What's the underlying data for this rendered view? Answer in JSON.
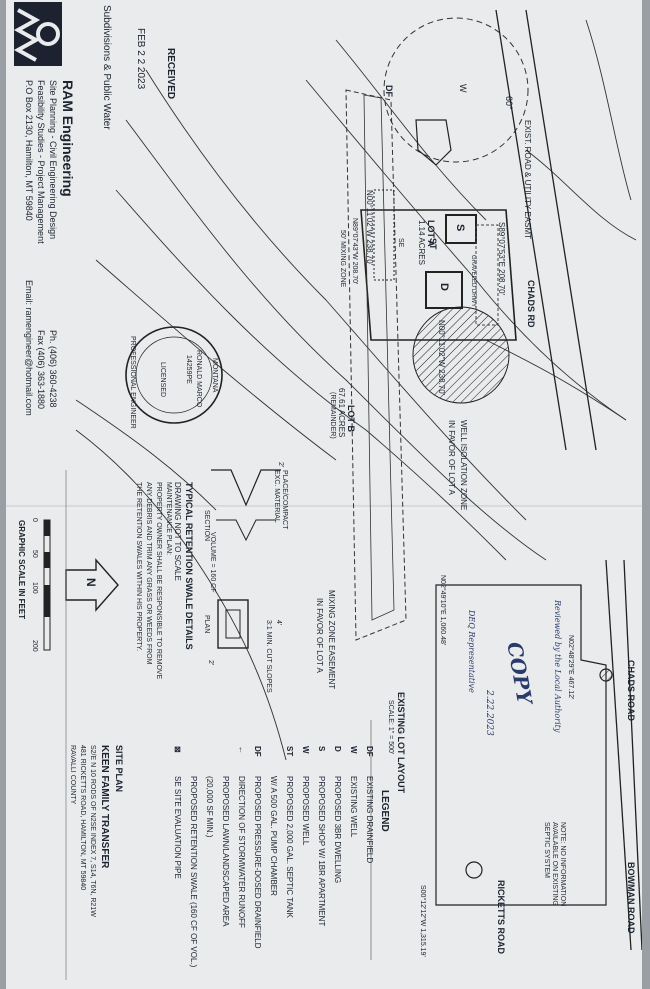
{
  "header": {
    "project_title": "Subdivisions & Public Water",
    "received": "RECEIVED",
    "received_date": "FEB 2 2 2023"
  },
  "firm": {
    "name": "RAM Engineering",
    "line1": "Site Planning - Civil Engineering Design",
    "line2": "Feasibility Studies - Project Management",
    "line3": "P.O Box 2130, Hamilton, MT 59840",
    "phone": "Ph. (406) 360-4238",
    "fax": "Fax (406) 363-1880",
    "email": "Email: ramengineer@hotmail.com"
  },
  "seal": {
    "state": "MONTANA",
    "name": "RONALD MARCO",
    "number": "14259PE",
    "licensed": "LICENSED",
    "title": "PROFESSIONAL ENGINEER"
  },
  "site": {
    "road_top": "EXIST. ROAD & UTILITY EASMT",
    "road_name": "CHADS RD",
    "angle": "60°",
    "lot_a": "LOT A",
    "lot_a_acres": "1.14 ACRES",
    "gravel": "GRAVELED DRWY",
    "lot_b": "LOT B",
    "lot_b_acres": "67.61 ACRES",
    "lot_b_rem": "(REMAINDER)",
    "bearing_1": "N00°11'02\"W  238.70'",
    "bearing_2": "S89°07'53\"E  208.70'",
    "bearing_3": "N00°11'02\"W  238.70'",
    "bearing_4": "N89°07'43\"W  208.70'",
    "well_zone_1": "WELL ISOLATION ZONE",
    "well_zone_2": "IN FAVOR OF LOT A",
    "mixing_zone": "50' MIXING ZONE",
    "mixing_easement_1": "MIXING ZONE EASEMENT",
    "mixing_easement_2": "IN FAVOR OF LOT A",
    "label_s": "S",
    "label_d": "D",
    "label_st": "ST",
    "label_df": "DF",
    "label_w": "W",
    "label_se": "SE"
  },
  "swale": {
    "title": "TYPICAL RETENTION SWALE DETAILS",
    "subtitle": "DRAWING NOT TO SCALE",
    "place_compact": "PLACE/COMPACT",
    "exc_material": "EXC. MATERIAL",
    "section": "SECTION",
    "plan": "PLAN",
    "volume": "VOLUME = 160 CF",
    "cut_slopes": "3:1 MIN. CUT SLOPES",
    "dim_2": "2'",
    "dim_4": "4'",
    "maint_title": "MAINTENANCE PLAN:",
    "maint_1": "PROPERTY OWNER SHALL BE RESPONSIBLE TO REMOVE",
    "maint_2": "ANY DEBRIS AND TRIM ANY GRASS OR WEEDS FROM",
    "maint_3": "THE RETENTION SWALES WITHIN HIS PROPERTY."
  },
  "scale": {
    "title": "GRAPHIC SCALE IN FEET",
    "t0": "0",
    "t50": "50",
    "t100": "100",
    "t200": "200",
    "north": "N"
  },
  "layout": {
    "title": "EXISTING LOT LAYOUT",
    "scale": "SCALE: 1\" = 500'",
    "bowman": "BOWMAN ROAD",
    "chads": "CHADS ROAD",
    "ricketts": "RICKETTS ROAD",
    "b1": "N02°49'10\"E  1,060.48'",
    "b2": "N02°48'29\"E  467.12'",
    "b3": "S00°12'12\"W  1,315.19'",
    "note_1": "NOTE: NO INFORMATION",
    "note_2": "AVAILABLE ON EXISTING",
    "note_3": "SEPTIC SYSTEM",
    "reviewed_1": "Reviewed by the Local Authority",
    "reviewed_2": "DEQ Representative",
    "stamp_copy": "COPY",
    "stamp_date": "2.22.2023"
  },
  "legend": {
    "title": "LEGEND",
    "items": [
      {
        "sym": "DF",
        "text": "EXISTING DRAINFIELD"
      },
      {
        "sym": "W",
        "text": "EXISTING WELL"
      },
      {
        "sym": "D",
        "text": "PROPOSED 3BR DWELLING"
      },
      {
        "sym": "S",
        "text": "PROPOSED SHOP W/ 1BR APARTMENT"
      },
      {
        "sym": "W",
        "text": "PROPOSED WELL"
      },
      {
        "sym": "ST",
        "text": "PROPOSED 2,000 GAL. SEPTIC TANK"
      },
      {
        "sym": "",
        "text": "W/ A 500 GAL. PUMP CHAMBER"
      },
      {
        "sym": "DF",
        "text": "PROPOSED PRESSURE-DOSED DRAINFIELD"
      },
      {
        "sym": "←",
        "text": "DIRECTION OF STORMWATER RUNOFF"
      },
      {
        "sym": "",
        "text": "PROPOSED LAWN/LANDSCAPED AREA"
      },
      {
        "sym": "",
        "text": "(20,000 SF MIN.)"
      },
      {
        "sym": "",
        "text": "PROPOSED RETENTION SWALE (160 CF OF VOL.)"
      },
      {
        "sym": "⊠",
        "text": "SE  SITE EVALUATION PIPE"
      }
    ]
  },
  "title_block": {
    "site_plan": "SITE PLAN",
    "project": "KEEN FAMILY TRANSFER",
    "loc_1": "S2/E N 10 RODS OF N2SE INDEX 7, S14, T6N, R21W",
    "loc_2": "481 RICKETTS ROAD, HAMILTON, MT 59840",
    "loc_3": "RAVALLI COUNTY"
  }
}
